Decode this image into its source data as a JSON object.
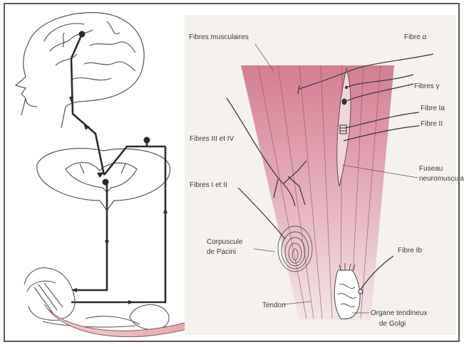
{
  "labels": {
    "fibres_musculaires": "Fibres musculaires",
    "fibre_alpha": "Fibre α",
    "fibres_gamma": "Fibres γ",
    "fibre_ia": "Fibre Ia",
    "fibre_ii": "Fibre II",
    "fibres_iii_iv": "Fibres III et IV",
    "fuseau_line1": "Fuseau",
    "fuseau_line2": "neuromusculaire",
    "fibres_i_ii": "Fibres I et II",
    "pacini_line1": "Corpuscule",
    "pacini_line2": "de Pacini",
    "fibre_ib": "Fibre Ib",
    "tendon": "Tendon",
    "golgi_line1": "Organe tendineux",
    "golgi_line2": "de Golgi"
  },
  "colors": {
    "muscle_pink": "#d88a9a",
    "panel_bg": "#f5f1ec",
    "arrow_fill": "#e8b7b9",
    "line": "#2b2b2b"
  }
}
